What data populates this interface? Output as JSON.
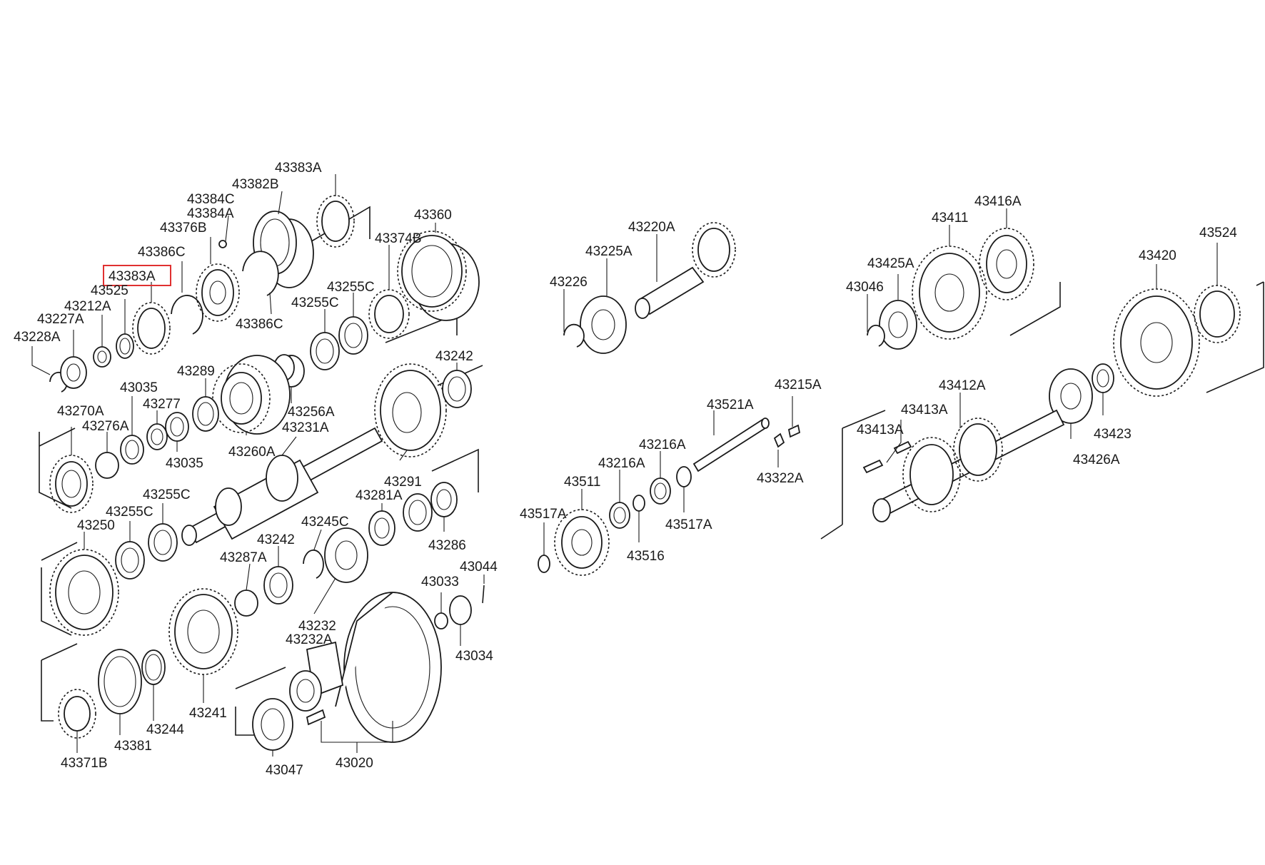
{
  "highlight": {
    "color": "#e03030",
    "part_index": 4
  },
  "parts": [
    "43228A",
    "43227A",
    "43212A",
    "43525",
    "43383A",
    "43386C",
    "43376B",
    "43384A",
    "43384C",
    "43382B",
    "43383A",
    "43386C",
    "43360",
    "43374B",
    "43255C",
    "43255C",
    "43242",
    "43256A",
    "43289",
    "43260A",
    "43035",
    "43277",
    "43035",
    "43276A",
    "43270A",
    "43231A",
    "43291",
    "43255C",
    "43255C",
    "43250",
    "43281A",
    "43286",
    "43245C",
    "43242",
    "43287A",
    "43033",
    "43044",
    "43034",
    "43232",
    "43232A",
    "43241",
    "43244",
    "43381",
    "43371B",
    "43047",
    "43020",
    "43220A",
    "43225A",
    "43226",
    "43215A",
    "43521A",
    "43216A",
    "43216A",
    "43322A",
    "43511",
    "43517A",
    "43516",
    "43517A",
    "43416A",
    "43411",
    "43425A",
    "43046",
    "43524",
    "43420",
    "43412A",
    "43413A",
    "43413A",
    "43423",
    "43426A"
  ]
}
